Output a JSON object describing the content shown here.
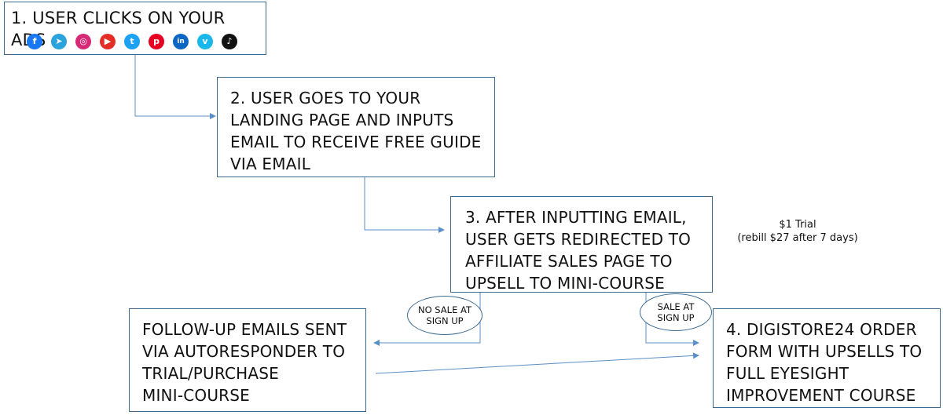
{
  "diagram": {
    "step1": {
      "label": "1. USER CLICKS ON YOUR ADS",
      "icons": [
        {
          "name": "facebook-icon",
          "glyph": "f",
          "color": "#1877f2"
        },
        {
          "name": "telegram-icon",
          "glyph": "➤",
          "color": "#2aa3dd"
        },
        {
          "name": "instagram-icon",
          "glyph": "◎",
          "color": "#d62976"
        },
        {
          "name": "youtube-icon",
          "glyph": "▶",
          "color": "#e52d27"
        },
        {
          "name": "twitter-icon",
          "glyph": "t",
          "color": "#1da1f2"
        },
        {
          "name": "pinterest-icon",
          "glyph": "p",
          "color": "#e60023"
        },
        {
          "name": "linkedin-icon",
          "glyph": "in",
          "color": "#0a66c2"
        },
        {
          "name": "vimeo-icon",
          "glyph": "v",
          "color": "#1ab7ea"
        },
        {
          "name": "tiktok-icon",
          "glyph": "♪",
          "color": "#111111"
        }
      ]
    },
    "step2": {
      "lines": [
        "2. USER GOES TO YOUR",
        "LANDING PAGE AND INPUTS",
        "EMAIL TO RECEIVE FREE GUIDE",
        "VIA EMAIL"
      ]
    },
    "step3": {
      "lines": [
        "3. AFTER INPUTTING EMAIL,",
        "USER GETS REDIRECTED TO",
        "AFFILIATE SALES PAGE TO",
        "UPSELL TO MINI-COURSE"
      ]
    },
    "followup": {
      "lines": [
        "FOLLOW-UP EMAILS SENT",
        "VIA AUTORESPONDER TO",
        "TRIAL/PURCHASE",
        "MINI-COURSE"
      ]
    },
    "step4": {
      "lines": [
        "4. DIGISTORE24 ORDER",
        "FORM WITH UPSELLS TO",
        "FULL EYESIGHT",
        "IMPROVEMENT COURSE"
      ]
    },
    "no_sale": {
      "lines": [
        "NO SALE AT",
        "SIGN UP"
      ]
    },
    "sale": {
      "lines": [
        "SALE AT",
        "SIGN UP"
      ]
    },
    "trial_note": {
      "lines": [
        "$1 Trial",
        "(rebill $27 after 7 days)"
      ]
    },
    "colors": {
      "border": "#3d6a8f",
      "arrow": "#5b8fc7",
      "text": "#111111"
    }
  }
}
